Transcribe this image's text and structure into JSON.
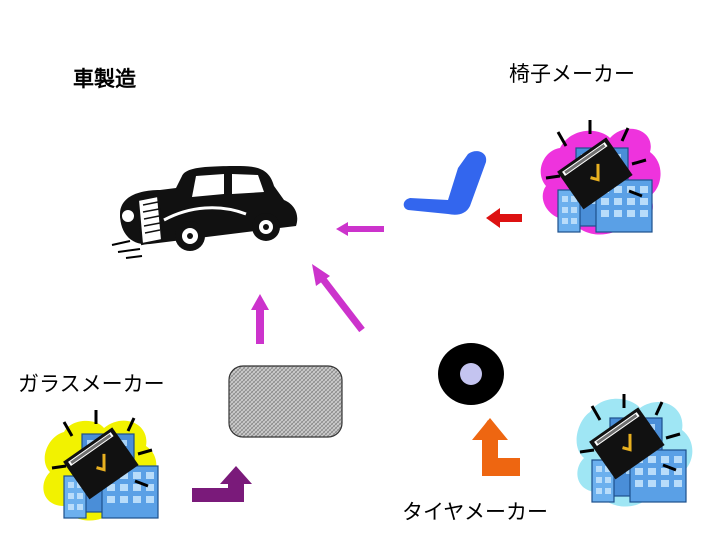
{
  "labels": {
    "car_maker": "車製造",
    "chair_maker": "椅子メーカー",
    "glass_maker": "ガラスメーカー",
    "tire_maker": "タイヤメーカー"
  },
  "colors": {
    "background": "#ffffff",
    "arrow_to_car": "#cc33cc",
    "arrow_chair_part": "#dd1111",
    "arrow_tire_part": "#ee6611",
    "arrow_glass_part": "#7a1a7a",
    "chair_part": "#3366ee",
    "glass_part": "#c8c8c8",
    "tire_center": "#c4c4f0",
    "splash_chair": "#ee33dd",
    "splash_glass": "#f2f200",
    "splash_tire": "#9fe6f4"
  },
  "icons": {
    "car": "car-icon",
    "building": "building-icon",
    "certificate": "certificate-icon",
    "seat": "seat-part-icon",
    "glass": "glass-pane-icon",
    "tire": "tire-icon"
  }
}
